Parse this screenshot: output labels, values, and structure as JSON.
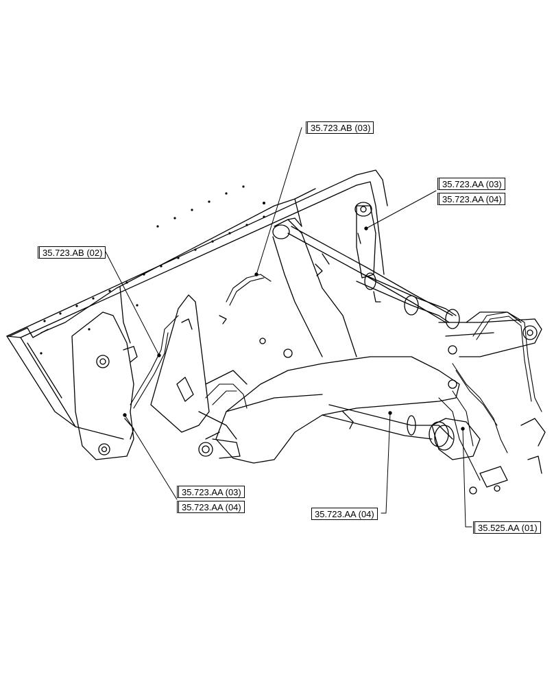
{
  "callouts": {
    "ab03": "35.723.AB (03)",
    "ab02": "35.723.AB (02)",
    "aa03_top": "35.723.AA (03)",
    "aa04_top": "35.723.AA (04)",
    "aa03_bottom": "35.723.AA (03)",
    "aa04_bottom": "35.723.AA (04)",
    "aa04_mid": "35.723.AA (04)",
    "aa525": "35.525.AA (01)"
  }
}
